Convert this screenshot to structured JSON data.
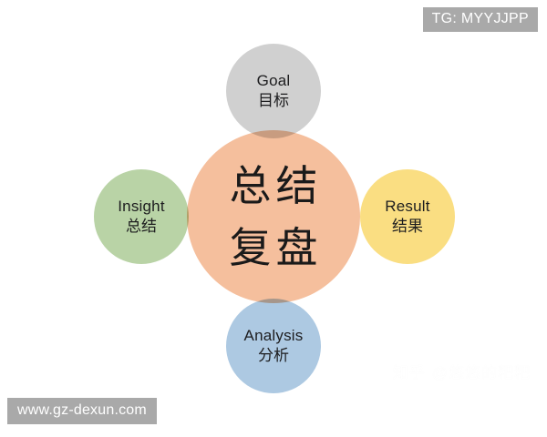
{
  "diagram": {
    "type": "venn-petal",
    "title_en": "",
    "hub": {
      "name": "summary-review-hub",
      "line1": "总结",
      "line2": "复盘",
      "color": "#F5BF9D"
    },
    "satellites": [
      {
        "key": "goal",
        "label_en": "Goal",
        "label_cn": "目标",
        "color": "#D0D0D0",
        "position": "top"
      },
      {
        "key": "insight",
        "label_en": "Insight",
        "label_cn": "总结",
        "color": "#B9D3A6",
        "position": "left"
      },
      {
        "key": "result",
        "label_en": "Result",
        "label_cn": "结果",
        "color": "#FADE82",
        "position": "right"
      },
      {
        "key": "analysis",
        "label_en": "Analysis",
        "label_cn": "分析",
        "color": "#ADC9E2",
        "position": "bottom"
      }
    ]
  },
  "overlays": {
    "tg_badge": "TG: MYYJJPP",
    "site_watermark": "www.gz-dexun.com",
    "zhihu_logo": "知乎",
    "zhihu_handle": "@悠悠的粑粑",
    "badge_bg": "#A9A9A9",
    "badge_fg": "#FFFFFF"
  },
  "canvas": {
    "background": "#FFFFFF",
    "width": "600",
    "height": "480"
  }
}
